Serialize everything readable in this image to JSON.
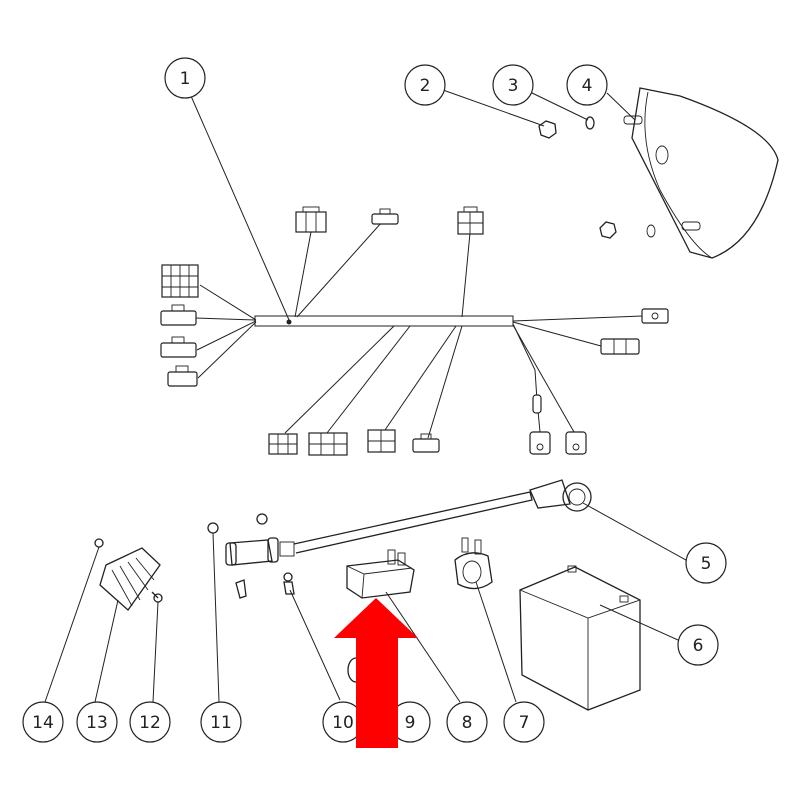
{
  "callouts": [
    "1",
    "2",
    "3",
    "4",
    "5",
    "6",
    "7",
    "8",
    "9",
    "10",
    "11",
    "12",
    "13",
    "14"
  ],
  "arrow_color": "#ff0000",
  "line_color": "#222222"
}
